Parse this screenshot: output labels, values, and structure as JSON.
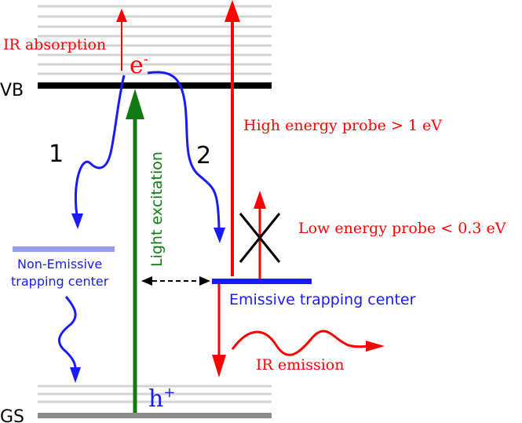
{
  "levels": {
    "vb_label": "VB",
    "gs_label": "GS"
  },
  "labels": {
    "ir_absorption": "IR absorption",
    "electron": "e",
    "electron_sup": "-",
    "hole": "h",
    "hole_sup": "+",
    "light_excitation": "Light excitation",
    "path_1": "1",
    "path_2": "2",
    "high_energy_probe": "High energy probe > 1 eV",
    "low_energy_probe": "Low energy probe < 0.3 eV",
    "non_emissive_line1": "Non-Emissive",
    "non_emissive_line2": "trapping center",
    "emissive_center": "Emissive trapping center",
    "ir_emission": "IR emission"
  },
  "colors": {
    "red": "#ff0000",
    "blue": "#1a1aff",
    "green": "#137a13",
    "black": "#000000",
    "gray_band": "#d4d4d4",
    "gs_line": "#8a8a8a",
    "non_emissive": "#9a9aee"
  }
}
